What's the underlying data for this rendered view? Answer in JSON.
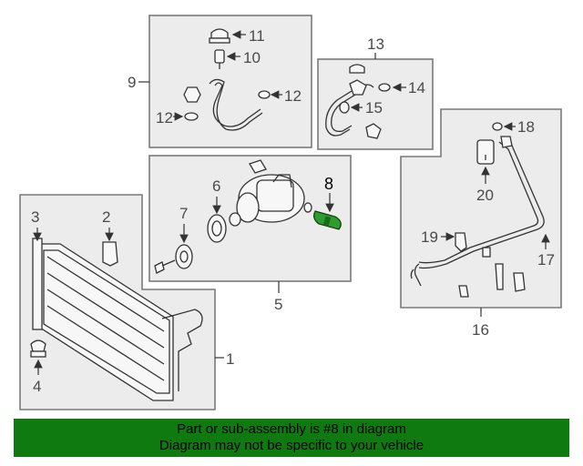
{
  "colors": {
    "banner_bg": "#0f7a0f",
    "highlight_part": "#2e9d2e",
    "panel_fill": "#ececec"
  },
  "callouts": {
    "c1": "1",
    "c2": "2",
    "c3": "3",
    "c4": "4",
    "c5": "5",
    "c6": "6",
    "c7": "7",
    "c8": "8",
    "c9": "9",
    "c10": "10",
    "c11": "11",
    "c12a": "12",
    "c12b": "12",
    "c13": "13",
    "c14": "14",
    "c15": "15",
    "c16": "16",
    "c17": "17",
    "c18": "18",
    "c19": "19",
    "c20": "20"
  },
  "highlighted_part": "8",
  "banner": {
    "line1": "Part or sub-assembly is #8 in diagram",
    "line2": "Diagram may not be specific to your vehicle"
  }
}
